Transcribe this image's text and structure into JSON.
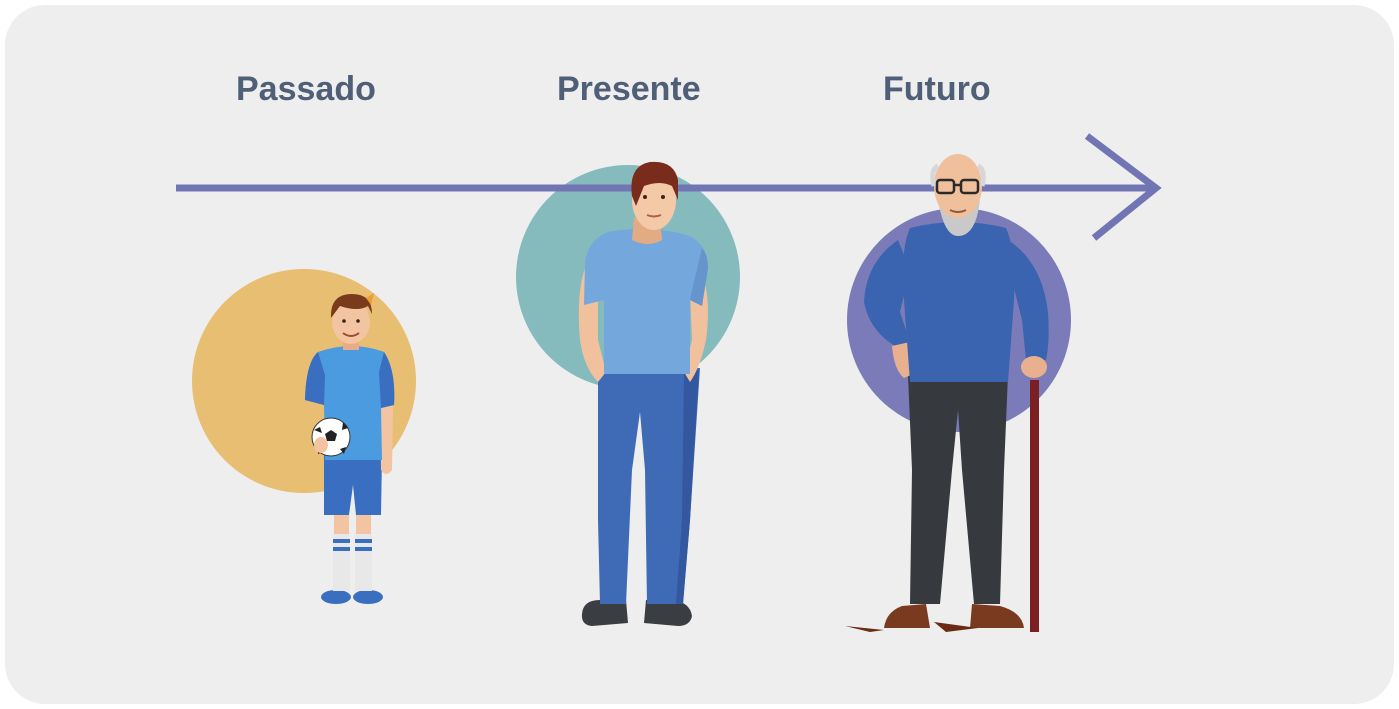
{
  "timeline": {
    "labels": {
      "past": "Passado",
      "present": "Presente",
      "future": "Futuro"
    }
  },
  "colors": {
    "background": "#eeeeee",
    "label_text": "#4f5f78",
    "arrow": "#7275b4",
    "past_circle": "#e8be72",
    "present_circle": "#86bbbd",
    "future_circle": "#7a7bb8"
  },
  "figures": [
    {
      "stage": "past",
      "icon": "boy-with-soccer-ball-icon"
    },
    {
      "stage": "present",
      "icon": "young-man-icon"
    },
    {
      "stage": "future",
      "icon": "elderly-man-with-cane-icon"
    }
  ]
}
